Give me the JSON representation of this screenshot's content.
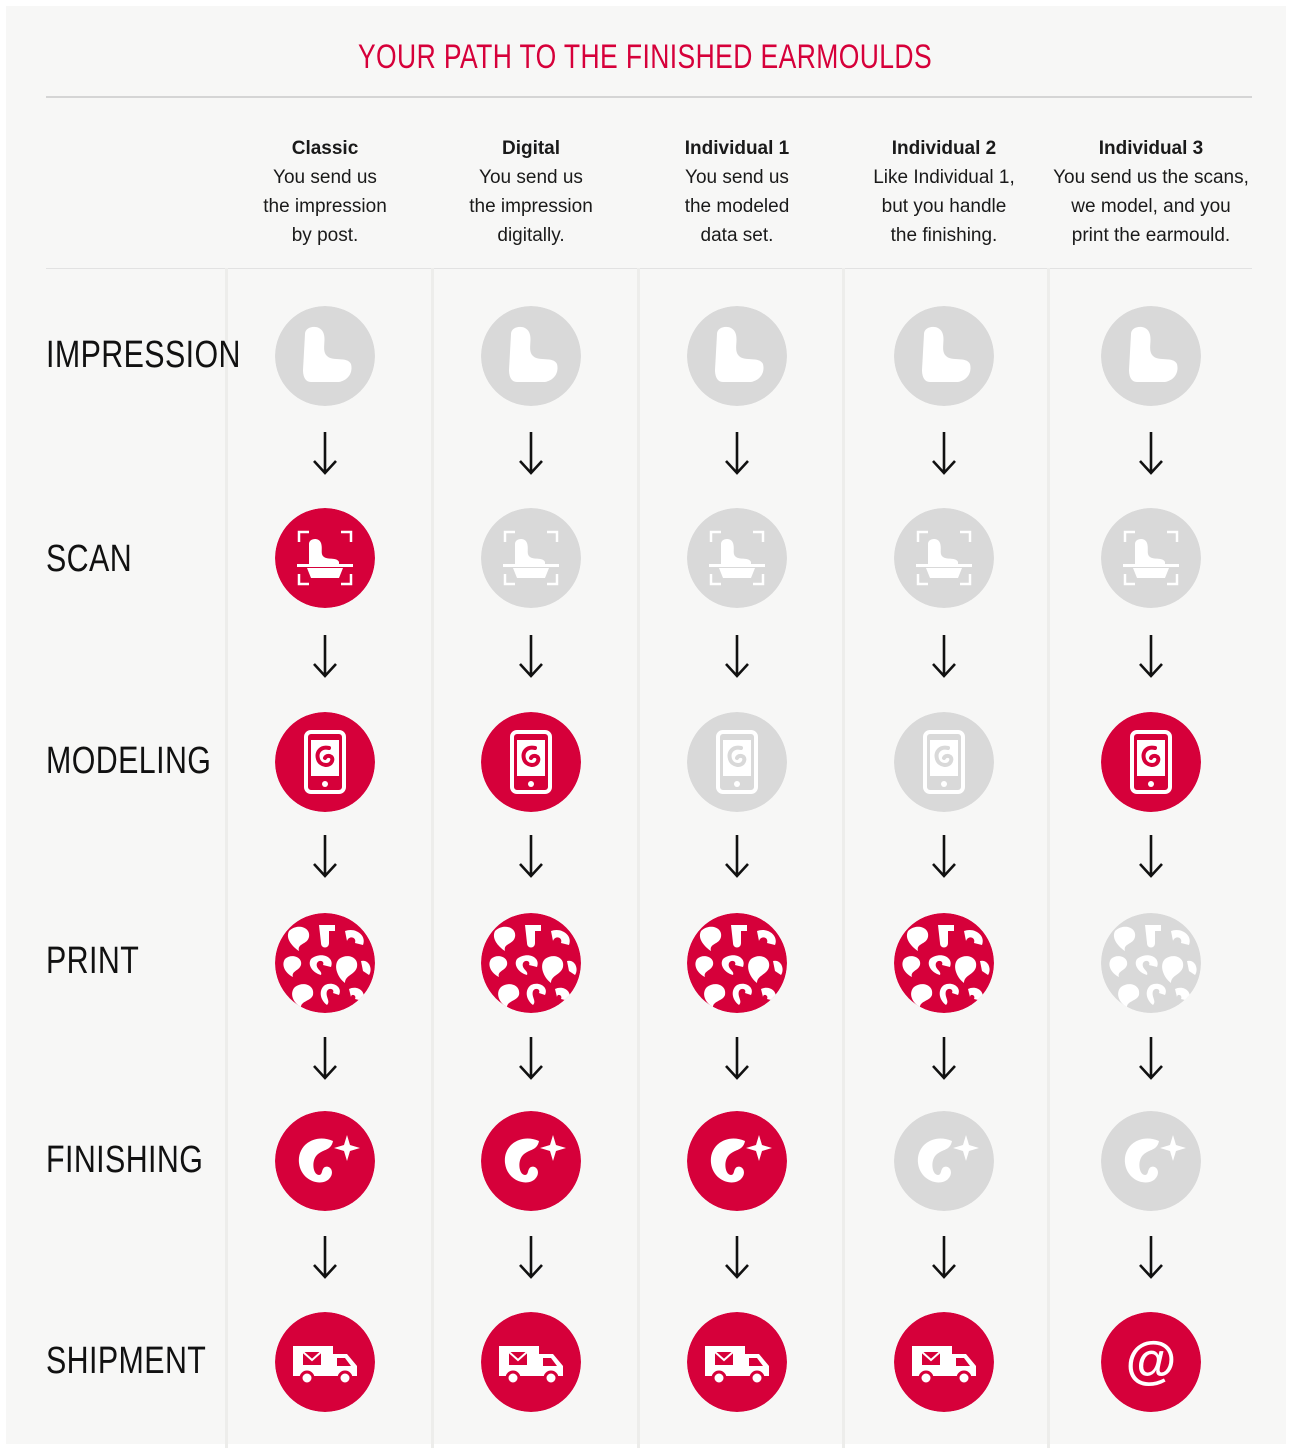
{
  "title": "YOUR PATH TO THE FINISHED EARMOULDS",
  "colors": {
    "active": "#d6003a",
    "inactive": "#d9d9d9",
    "arrow": "#111111"
  },
  "columns": [
    {
      "name": "Classic",
      "desc": "You send us\nthe impression\nby post."
    },
    {
      "name": "Digital",
      "desc": "You send us\nthe impression\ndigitally."
    },
    {
      "name": "Individual 1",
      "desc": "You send us\nthe modeled\ndata set."
    },
    {
      "name": "Individual 2",
      "desc": "Like Individual 1,\nbut you handle\nthe finishing."
    },
    {
      "name": "Individual 3",
      "desc": "You send us the scans,\nwe model, and you\nprint the earmould."
    }
  ],
  "rows": [
    {
      "label": "IMPRESSION",
      "icon": "impression-icon",
      "active": [
        false,
        false,
        false,
        false,
        false
      ]
    },
    {
      "label": "SCAN",
      "icon": "scan-icon",
      "active": [
        true,
        false,
        false,
        false,
        false
      ]
    },
    {
      "label": "MODELING",
      "icon": "phone-modeling-icon",
      "active": [
        true,
        true,
        false,
        false,
        true
      ]
    },
    {
      "label": "PRINT",
      "icon": "print-pattern-icon",
      "active": [
        true,
        true,
        true,
        true,
        false
      ]
    },
    {
      "label": "FINISHING",
      "icon": "finishing-sparkle-icon",
      "active": [
        true,
        true,
        true,
        false,
        false
      ]
    },
    {
      "label": "SHIPMENT",
      "icon": "delivery-truck-icon",
      "active": [
        true,
        true,
        true,
        true,
        true
      ],
      "alt_icon_last": "at-sign-icon"
    }
  ]
}
